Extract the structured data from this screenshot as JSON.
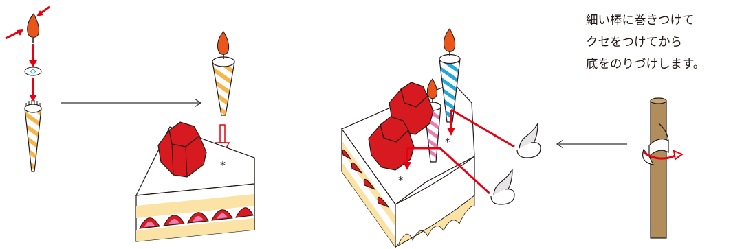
{
  "instructions": {
    "lines": [
      "細い棒に巻きつけて",
      "クセをつけてから",
      "底をのりづけします。"
    ]
  },
  "colors": {
    "arrow_red": "#e50012",
    "flame_orange": "#e8561b",
    "stripe_yellow": "#f6b64a",
    "stripe_pink": "#e97eb1",
    "stripe_blue": "#1fa8d8",
    "strawberry_red": "#d71920",
    "sponge_yellow": "#fbe3a6",
    "stick_brown": "#b08d5b",
    "outline": "#231815"
  },
  "icons": [
    "candle-icon",
    "flame-icon",
    "strawberry-icon",
    "cake-slice-icon",
    "stick-icon",
    "curl-stand-icon",
    "asterisk-mark-icon"
  ]
}
